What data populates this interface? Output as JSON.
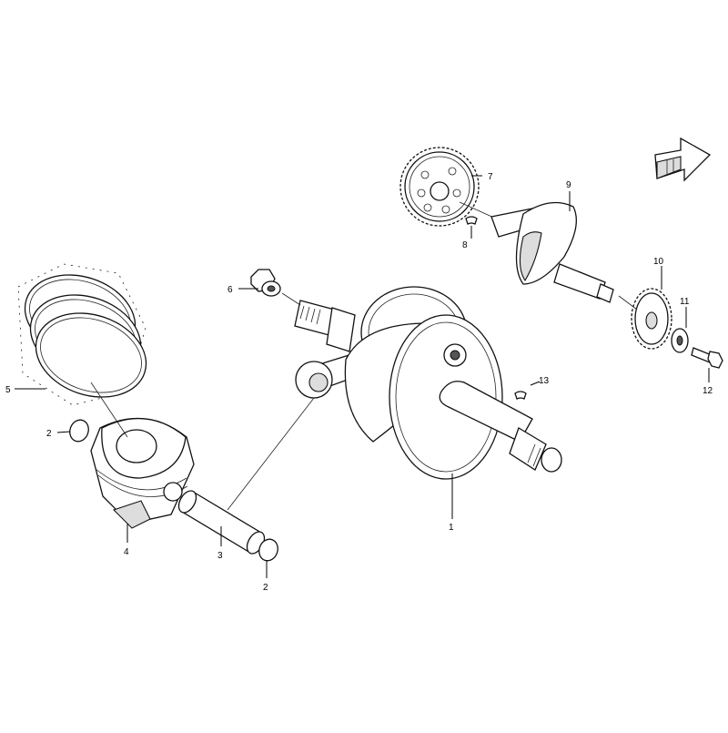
{
  "callouts": [
    {
      "id": "c1",
      "text": "1"
    },
    {
      "id": "c2a",
      "text": "2"
    },
    {
      "id": "c2b",
      "text": "2"
    },
    {
      "id": "c3",
      "text": "3"
    },
    {
      "id": "c4",
      "text": "4"
    },
    {
      "id": "c5",
      "text": "5"
    },
    {
      "id": "c6",
      "text": "6"
    },
    {
      "id": "c7",
      "text": "7"
    },
    {
      "id": "c8",
      "text": "8"
    },
    {
      "id": "c9",
      "text": "9"
    },
    {
      "id": "c10",
      "text": "10"
    },
    {
      "id": "c11",
      "text": "11"
    },
    {
      "id": "c12",
      "text": "12"
    },
    {
      "id": "c13",
      "text": "13"
    }
  ],
  "icons": {
    "direction": "front-direction-arrow-icon"
  },
  "colors": {
    "line": "#000000",
    "background": "#ffffff"
  }
}
